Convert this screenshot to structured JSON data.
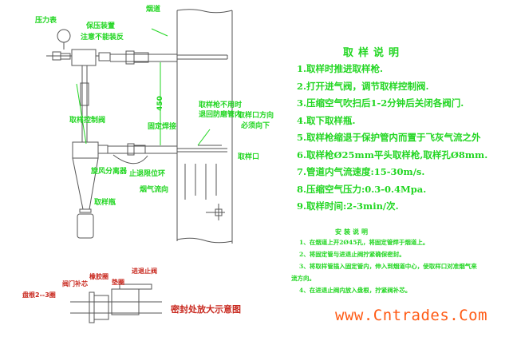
{
  "diagram": {
    "labels": {
      "flue": "烟道",
      "pressure_gauge": "压力表",
      "pressure_device_line1": "保压装置",
      "pressure_device_line2": "注意不能装反",
      "dimension": "450",
      "gun_retracted_line1": "取样枪不用时",
      "gun_retracted_line2": "退回防磨管内",
      "sampling_port_dir_line1": "取样口方向",
      "sampling_port_dir_line2": "必须向下",
      "fixed_weld": "固定焊接",
      "sampling_control_valve": "取样控制阀",
      "sampling_port": "取样口",
      "cyclone_separator": "旋风分离器",
      "stop_limit_ring": "止退限位环",
      "flue_gas_direction": "烟气流向",
      "sample_bottle": "取样瓶"
    },
    "seal_detail": {
      "packing": "盘根2--3圈",
      "valve_gland": "阀门补芯",
      "rubber_ring": "橡胶圈",
      "gasket": "垫圈",
      "gate_valve": "进退止阀",
      "caption": "密封处放大示意图"
    },
    "colors": {
      "label_green": "#22d622",
      "seal_red": "#c8281e",
      "watermark": "#ff5a14",
      "line": "#555555"
    }
  },
  "sampling_notes": {
    "title": "取样说明",
    "items": [
      "1.取样时推进取样枪.",
      "2.打开进气阀，调节取样控制阀.",
      "3.压缩空气吹扫后1-2分钟后关闭各阀门.",
      "4.取下取样瓶.",
      "5.取样枪缩退于保护管内而置于飞灰气流之外",
      "6.取样枪Ø25mm平头取样枪,取样孔Ø8mm.",
      "7.管道内气流速度:15-30m/s.",
      "8.压缩空气压力:0.3-0.4Mpa.",
      "9.取样时间:2-3min/次."
    ]
  },
  "installation_notes": {
    "title": "安装说明",
    "items": [
      "1、在烟道上开2Ø45孔，将固定管焊于烟道上。",
      "2、将固定管与进退止阀拧紧确保密封。",
      "3、将取样管插入固定管内，伸入到烟道中心，使取样口对准烟气来",
      "流方向。",
      "4、在进退止阀内放入盘根，拧紧阀补芯。"
    ]
  },
  "watermark": "www.Cntrades.Com"
}
